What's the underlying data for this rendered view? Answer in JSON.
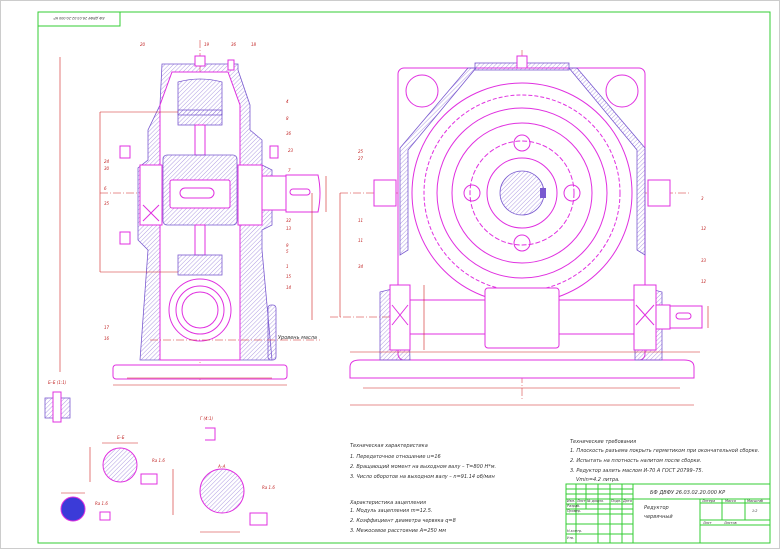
{
  "stamp": "БФ ДВФУ 26.03.02.20.000 КР",
  "colors": {
    "outline": "#e030e0",
    "dimension": "#d02020",
    "frame": "#33cc33",
    "hatch": "#7a5ad0",
    "section_fill": "#3b3bd8"
  },
  "views": {
    "section_bb_scaled": "Б–Б (1:1)",
    "section_bb": "Б–Б",
    "section_aa": "А–А",
    "detail_g": "Г (4:1)",
    "oil_level": "Уровень масла"
  },
  "part_labels": [
    "20",
    "19",
    "36",
    "18",
    "4",
    "8",
    "36",
    "24",
    "30",
    "23",
    "7",
    "6",
    "32",
    "13",
    "35",
    "9",
    "5",
    "1",
    "15",
    "14",
    "17",
    "16",
    "25",
    "27",
    "11",
    "34",
    "3",
    "12",
    "33",
    "12"
  ],
  "roughness": [
    "Ra 1.6",
    "Ra 1.6",
    "Ra 1.6"
  ],
  "tech_characteristics": {
    "title": "Техническая характеристика",
    "items": [
      "1. Передаточное отношение u=16",
      "2. Вращающий момент на выходном валу – T=800 Н*м.",
      "3. Число оборотов на выходном валу – n=91.14 об/мин"
    ]
  },
  "gearing": {
    "title": "Характеристика зацепления",
    "items": [
      "1. Модуль зацепления m=12.5.",
      "2. Коэффициент диаметра червяка q=8",
      "3. Межосевое расстояние A=250 мм"
    ]
  },
  "requirements": {
    "title": "Технические требования",
    "items": [
      "1. Плоскость разъема покрыть герметиком при окончательной сборке.",
      "2. Испытать на плотность налитом после сборки.",
      "3. Редуктор залить маслом И-70 А ГОСТ 20799–75.",
      "Vmin=4.2 литра."
    ]
  },
  "title_block": {
    "designation": "БФ ДВФУ 26.03.02.20.000 КР",
    "name_line1": "Редуктор",
    "name_line2": "червячный",
    "litera": "Литера",
    "mass": "Масса",
    "scale_label": "Масштаб",
    "scale": "1:2",
    "sheet": "Лист",
    "sheets": "Листов",
    "cols": [
      "Изм.",
      "Лист",
      "№ докум.",
      "Подп.",
      "Дата"
    ],
    "rows": [
      "Разраб.",
      "Провер.",
      "Н.контр.",
      "Утв."
    ]
  }
}
